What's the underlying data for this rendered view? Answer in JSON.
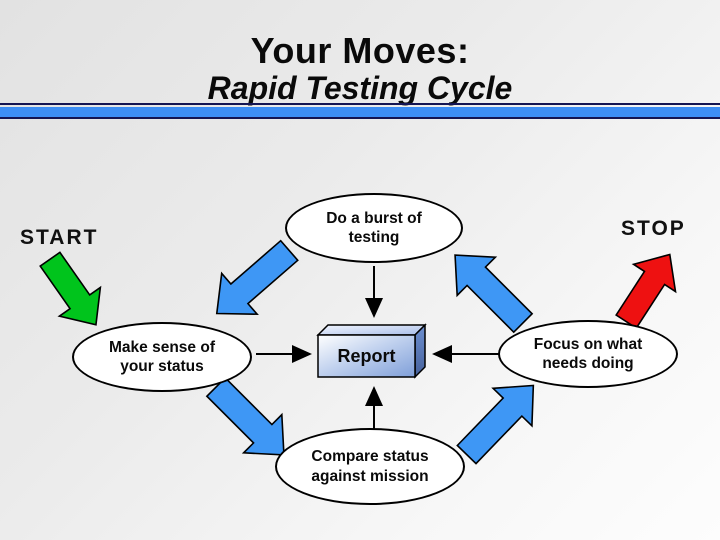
{
  "slide": {
    "title": "Your Moves:",
    "subtitle": "Rapid Testing Cycle"
  },
  "labels": {
    "start": "START",
    "stop": "STOP"
  },
  "diagram": {
    "burst_label": "Do a burst of\ntesting",
    "sense_label": "Make sense of\nyour status",
    "focus_label": "Focus on what\nneeds doing",
    "compare_label": "Compare status\nagainst mission",
    "report_label": "Report"
  },
  "colors": {
    "cycle_arrow": "#3e97f5",
    "start_arrow": "#00c41c",
    "stop_arrow": "#ee1111",
    "title_bar": "#3d8ef5",
    "bar_border": "#141452",
    "connector": "#000000",
    "report_face_light": "#ffffff",
    "report_face_mid": "#c3d3ef",
    "report_face_dark": "#7f9fd9",
    "report_top_light": "#f2f6ff",
    "report_top_dark": "#a8bde8",
    "report_side_light": "#6d8fd0",
    "report_side_dark": "#46619b"
  }
}
